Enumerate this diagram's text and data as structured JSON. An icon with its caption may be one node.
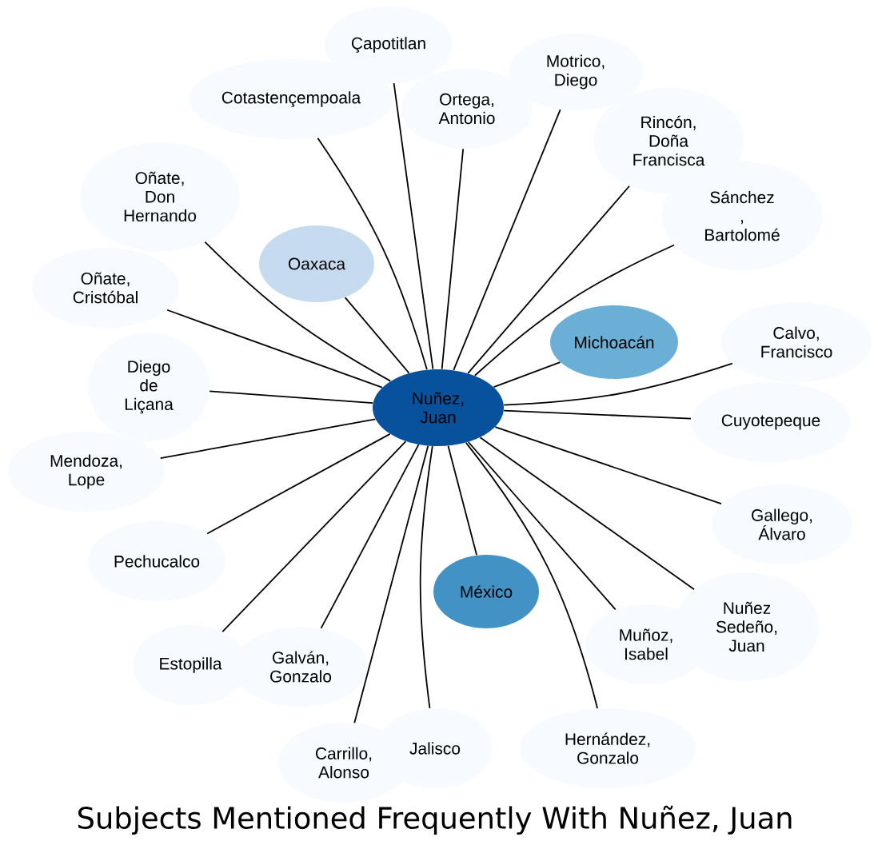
{
  "diagram": {
    "title": "Subjects Mentioned Frequently With Nuñez, Juan",
    "nodes": [
      {
        "text": [
          "Çapotitlan"
        ]
      },
      {
        "text": [
          "Motrico, Diego"
        ]
      },
      {
        "text": [
          "Cotastençempoala"
        ]
      },
      {
        "text": [
          "Ortega, Antonio"
        ]
      },
      {
        "text": [
          "Rincón, Doña Francisca"
        ]
      },
      {
        "text": [
          "Oñate, Don Hernando"
        ]
      },
      {
        "text": [
          "Sánchez , Bartolomé"
        ]
      },
      {
        "text": [
          "Oñate, Cristóbal"
        ]
      },
      {
        "text": [
          "Oaxaca"
        ]
      },
      {
        "text": [
          "Calvo, Francisco"
        ]
      },
      {
        "text": [
          "Michoacán"
        ]
      },
      {
        "text": [
          "Diego de Liçana"
        ]
      },
      {
        "text": [
          "Nuñez, Juan"
        ]
      },
      {
        "text": [
          "Cuyotepeque"
        ]
      },
      {
        "text": [
          "Mendoza, Lope"
        ]
      },
      {
        "text": [
          "México"
        ]
      },
      {
        "text": [
          "Gallego, Álvaro"
        ]
      },
      {
        "text": [
          "Pechucalco"
        ]
      },
      {
        "text": [
          "Nuñez Sedeño, Juan"
        ]
      },
      {
        "text": [
          "Muñoz, Isabel"
        ]
      },
      {
        "text": [
          "Estopilla"
        ]
      },
      {
        "text": [
          "Galván, Gonzalo"
        ]
      },
      {
        "text": [
          "Jalisco"
        ]
      },
      {
        "text": [
          "Hernández, Gonzalo"
        ]
      },
      {
        "text": [
          "Carrillo, Alonso"
        ]
      }
    ],
    "edges": [
      {
        "from": 12,
        "to": 0,
        "arrow": "none"
      },
      {
        "from": 12,
        "to": 1,
        "arrow": "none"
      },
      {
        "from": 12,
        "to": 2,
        "arrow": "none"
      },
      {
        "from": 12,
        "to": 3,
        "arrow": "none"
      },
      {
        "from": 12,
        "to": 4,
        "arrow": "none"
      },
      {
        "from": 12,
        "to": 5,
        "arrow": "none"
      },
      {
        "from": 12,
        "to": 6,
        "arrow": "none"
      },
      {
        "from": 12,
        "to": 7,
        "arrow": "none"
      },
      {
        "from": 12,
        "to": 8,
        "arrow": "none"
      },
      {
        "from": 12,
        "to": 9,
        "arrow": "none"
      },
      {
        "from": 12,
        "to": 10,
        "arrow": "none"
      },
      {
        "from": 12,
        "to": 11,
        "arrow": "none"
      },
      {
        "from": 12,
        "to": 13,
        "arrow": "none"
      },
      {
        "from": 12,
        "to": 14,
        "arrow": "none"
      },
      {
        "from": 12,
        "to": 15,
        "arrow": "none"
      },
      {
        "from": 12,
        "to": 16,
        "arrow": "none"
      },
      {
        "from": 12,
        "to": 17,
        "arrow": "none"
      },
      {
        "from": 12,
        "to": 18,
        "arrow": "none"
      },
      {
        "from": 12,
        "to": 19,
        "arrow": "none"
      },
      {
        "from": 12,
        "to": 20,
        "arrow": "none"
      },
      {
        "from": 12,
        "to": 21,
        "arrow": "none"
      },
      {
        "from": 12,
        "to": 22,
        "arrow": "none"
      },
      {
        "from": 12,
        "to": 23,
        "arrow": "none"
      },
      {
        "from": 12,
        "to": 24,
        "arrow": "none"
      }
    ]
  }
}
